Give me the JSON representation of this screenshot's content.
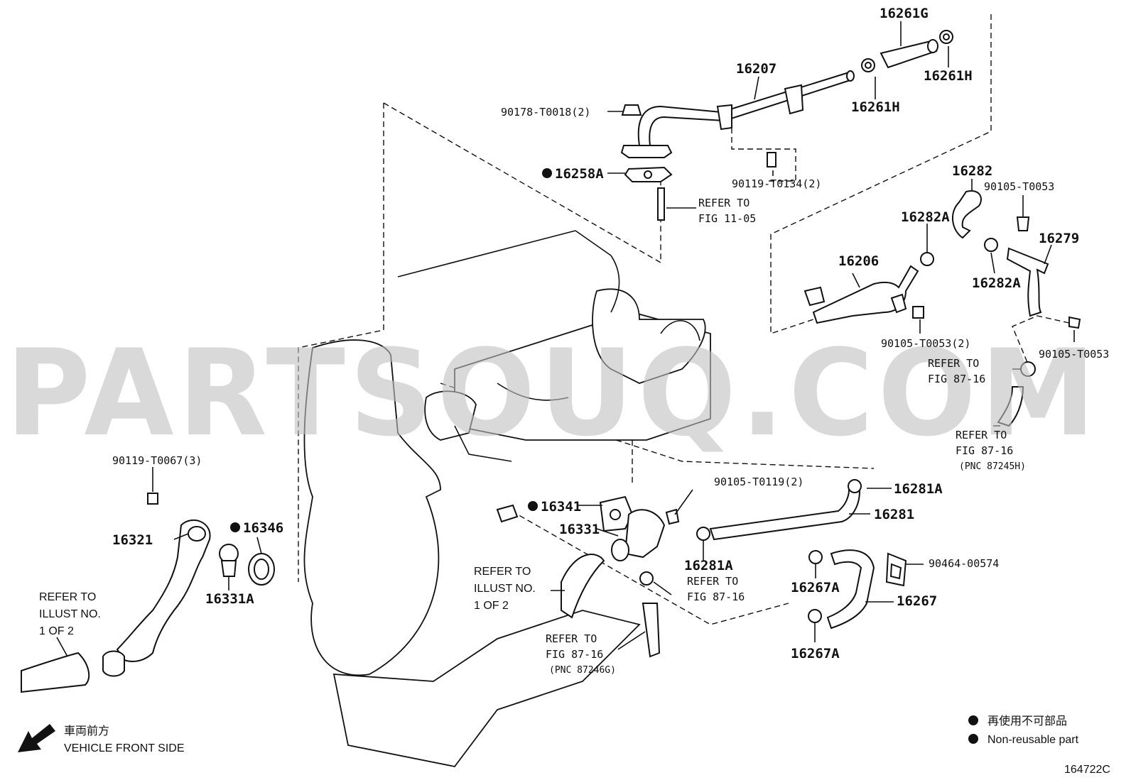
{
  "watermark": "PARTSOUQ.COM",
  "illustration_code": "164722C",
  "orientation": {
    "japanese": "車両前方",
    "english": "VEHICLE FRONT SIDE"
  },
  "legend": {
    "japanese": "再使用不可部品",
    "english": "Non-reusable part"
  },
  "callouts": {
    "p16261G": "16261G",
    "p16207": "16207",
    "p16261H_a": "16261H",
    "p16261H_b": "16261H",
    "p90178": "90178-T0018(2)",
    "p16258A": "16258A",
    "p90119_t0134": "90119-T0134(2)",
    "refer_1105": [
      "REFER TO",
      "FIG 11-05"
    ],
    "p16282": "16282",
    "p90105_t0053_a": "90105-T0053",
    "p16282A_a": "16282A",
    "p16279": "16279",
    "p16206": "16206",
    "p16282A_b": "16282A",
    "p90105_t0053_2": "90105-T0053(2)",
    "p90105_t0053_b": "90105-T0053",
    "refer_8716_a": [
      "REFER TO",
      "FIG 87-16"
    ],
    "refer_8716_b": [
      "REFER TO",
      "FIG 87-16",
      "(PNC 87245H)"
    ],
    "p90119_t0067": "90119-T0067(3)",
    "p16321": "16321",
    "p16346": "16346",
    "p16331A": "16331A",
    "refer_illust_left": [
      "REFER TO",
      "ILLUST NO.",
      "1 OF 2"
    ],
    "p90105_t0119": "90105-T0119(2)",
    "p16281A_a": "16281A",
    "p16281": "16281",
    "p16341": "16341",
    "p16331": "16331",
    "p16281A_b": "16281A",
    "refer_8716_c": [
      "REFER TO",
      "FIG 87-16"
    ],
    "refer_illust_mid": [
      "REFER TO",
      "ILLUST NO.",
      "1 OF 2"
    ],
    "p90464": "90464-00574",
    "p16267A_a": "16267A",
    "p16267": "16267",
    "p16267A_b": "16267A",
    "refer_8716_d": [
      "REFER TO",
      "FIG 87-16",
      "(PNC 87246G)"
    ]
  },
  "colors": {
    "ink": "#111111",
    "watermark": "#bfbfbf",
    "background": "#ffffff"
  }
}
